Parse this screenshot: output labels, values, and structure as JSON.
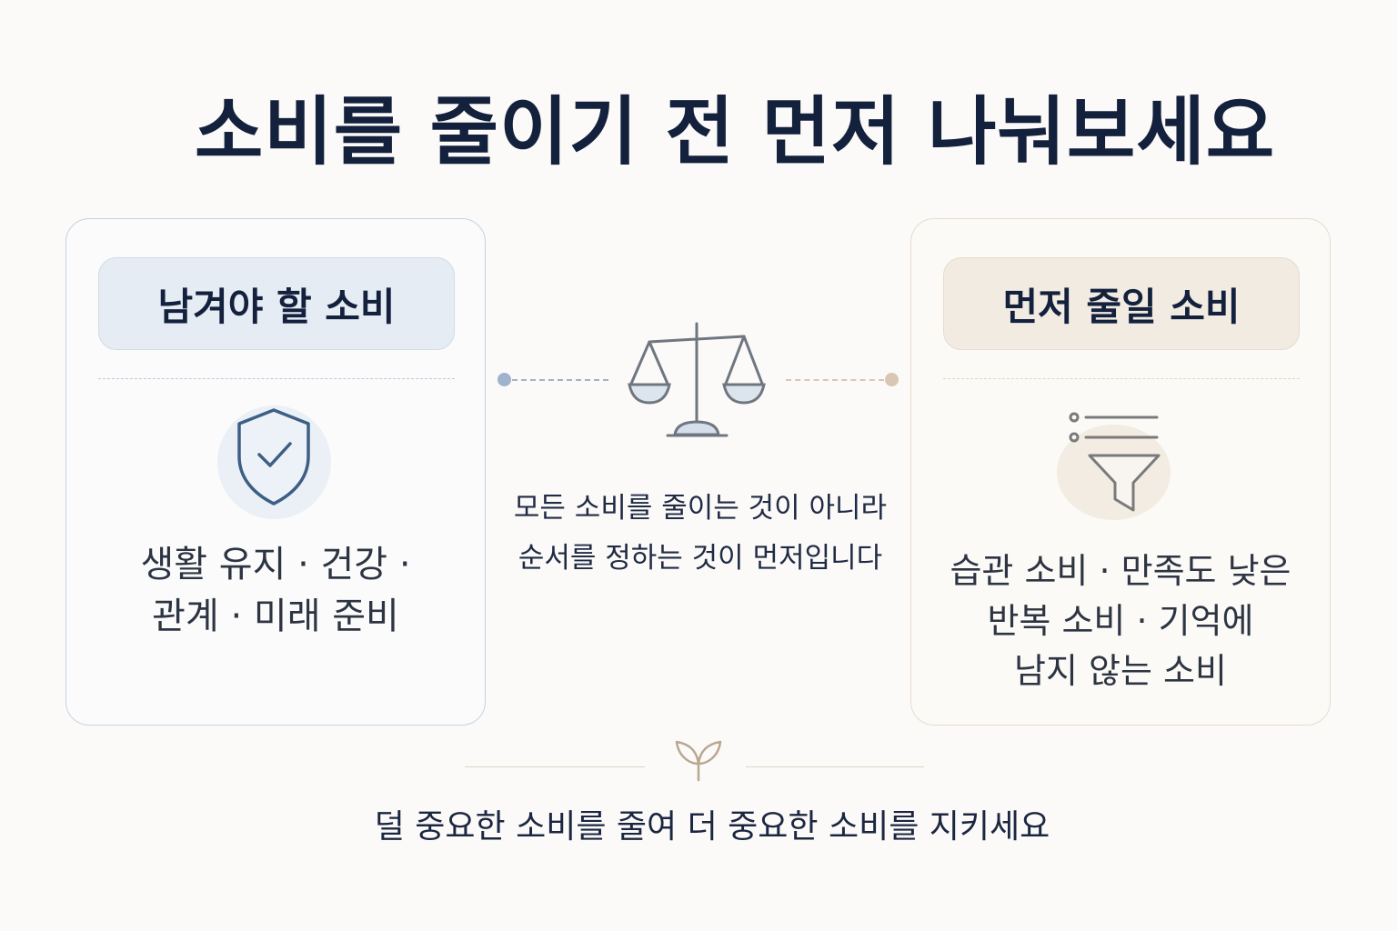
{
  "title": "소비를 줄이기 전 먼저 나눠보세요",
  "left_card": {
    "header": "남겨야 할 소비",
    "icon": "shield-check-icon",
    "lines": [
      "생활 유지 · 건강 ·",
      "관계 · 미래 준비"
    ]
  },
  "center": {
    "icon": "balance-scale-icon",
    "lines": [
      "모든 소비를 줄이는 것이 아니라",
      "순서를 정하는 것이 먼저입니다"
    ]
  },
  "right_card": {
    "header": "먼저 줄일 소비",
    "icon": "filter-list-icon",
    "lines": [
      "습관 소비 · 만족도 낮은",
      "반복 소비 · 기억에",
      "남지 않는 소비"
    ]
  },
  "footer": {
    "icon": "sprout-icon",
    "text": "덜 중요한 소비를 줄여 더 중요한 소비를 지키세요"
  },
  "colors": {
    "title": "#14213d",
    "left_accent": "#3e5f85",
    "left_tint": "#e5ecf4",
    "right_accent": "#7a7a7a",
    "right_tint": "#f2ebe2",
    "connector_left": "#9fb3cc",
    "connector_right": "#d9c7b3"
  }
}
